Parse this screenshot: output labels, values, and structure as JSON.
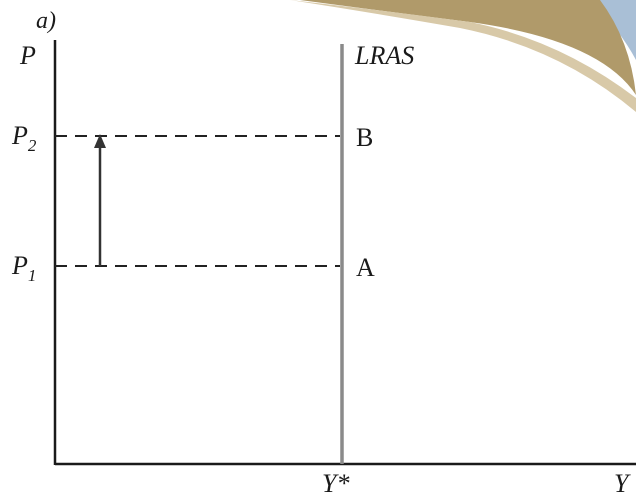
{
  "panel_label": "a)",
  "axes": {
    "y_label": "P",
    "x_label": "Y"
  },
  "curve": {
    "name": "LRAS",
    "x_label": "Y*"
  },
  "price_levels": [
    {
      "name": "P",
      "subscript": "1",
      "point": "A"
    },
    {
      "name": "P",
      "subscript": "2",
      "point": "B"
    }
  ],
  "movement": {
    "from": "A",
    "to": "B",
    "direction": "up"
  },
  "colors": {
    "axis": "#1a1a1a",
    "lras": "#8a8a8a",
    "dashed": "#222222",
    "arrow": "#333333",
    "decor_gold": "#b09a6a",
    "decor_tan": "#d8c9a8",
    "decor_blue": "#a9bfd6"
  }
}
